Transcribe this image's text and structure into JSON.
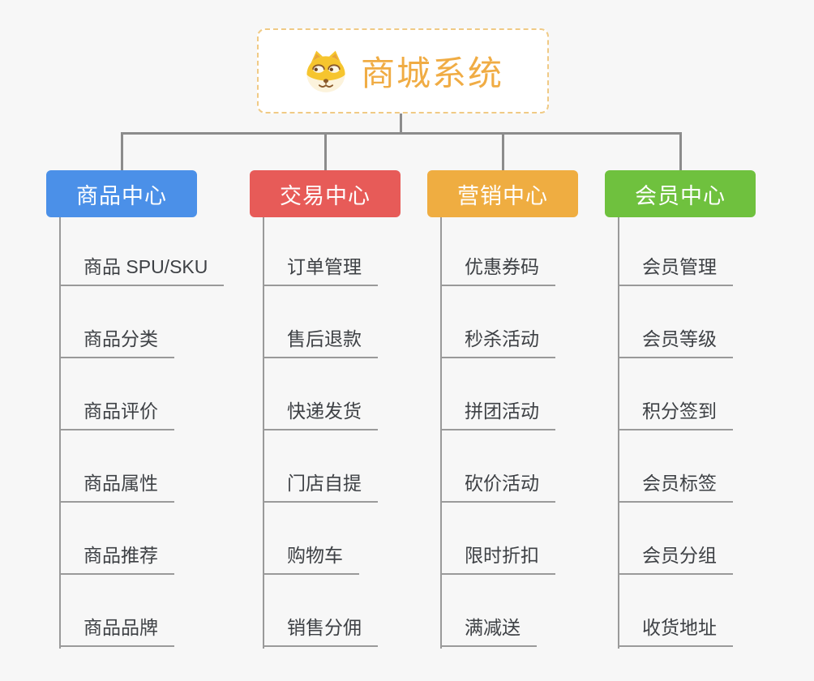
{
  "root": {
    "title": "商城系统",
    "icon": "shiba-dog-icon"
  },
  "colors": {
    "root_accent": "#f0ac44",
    "root_border": "#f0ca85",
    "connector_line": "#8c8c8c",
    "leaf_line": "#9a9a9a",
    "leaf_text": "#3e4145",
    "background": "#f7f7f7"
  },
  "branches": [
    {
      "label": "商品中心",
      "color": "#4b90e8",
      "children": [
        "商品 SPU/SKU",
        "商品分类",
        "商品评价",
        "商品属性",
        "商品推荐",
        "商品品牌"
      ]
    },
    {
      "label": "交易中心",
      "color": "#e75b58",
      "children": [
        "订单管理",
        "售后退款",
        "快递发货",
        "门店自提",
        "购物车",
        "销售分佣"
      ]
    },
    {
      "label": "营销中心",
      "color": "#efad41",
      "children": [
        "优惠券码",
        "秒杀活动",
        "拼团活动",
        "砍价活动",
        "限时折扣",
        "满减送"
      ]
    },
    {
      "label": "会员中心",
      "color": "#6fc13e",
      "children": [
        "会员管理",
        "会员等级",
        "积分签到",
        "会员标签",
        "会员分组",
        "收货地址"
      ]
    }
  ]
}
